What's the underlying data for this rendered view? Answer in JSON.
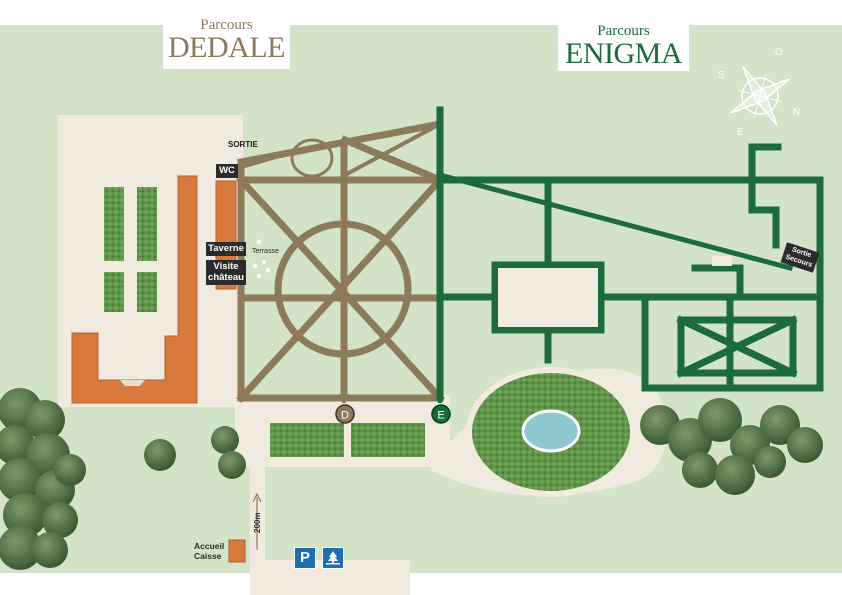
{
  "titles": {
    "dedale": {
      "small": "Parcours",
      "big": "DEDALE"
    },
    "enigma": {
      "small": "Parcours",
      "big": "ENIGMA"
    }
  },
  "labels": {
    "sortie": "SORTIE",
    "wc": "WC",
    "taverne": "Taverne",
    "visite_line1": "Visite",
    "visite_line2": "château",
    "terrasse": "Terrasse",
    "sortie_secours_line1": "Sortie",
    "sortie_secours_line2": "Secours",
    "accueil": "Accueil",
    "caisse": "Caisse",
    "distance": "200m",
    "marker_d": "D",
    "marker_e": "E",
    "parking": "P"
  },
  "compass": {
    "n": "N",
    "e": "E",
    "s": "S",
    "o": "O"
  },
  "colors": {
    "grass": "#d3e3c7",
    "path": "#f1ebdf",
    "dedale": "#8c7a5a",
    "enigma": "#1b6b3c",
    "building": "#d8793e",
    "lawn": "#5e9448",
    "tree": "#3e5f36",
    "water": "#8fc7cf",
    "parking": "#1f6cb3"
  },
  "icons": [
    "compass-rose-icon",
    "parking-icon",
    "picnic-icon",
    "arrow-up-icon"
  ]
}
